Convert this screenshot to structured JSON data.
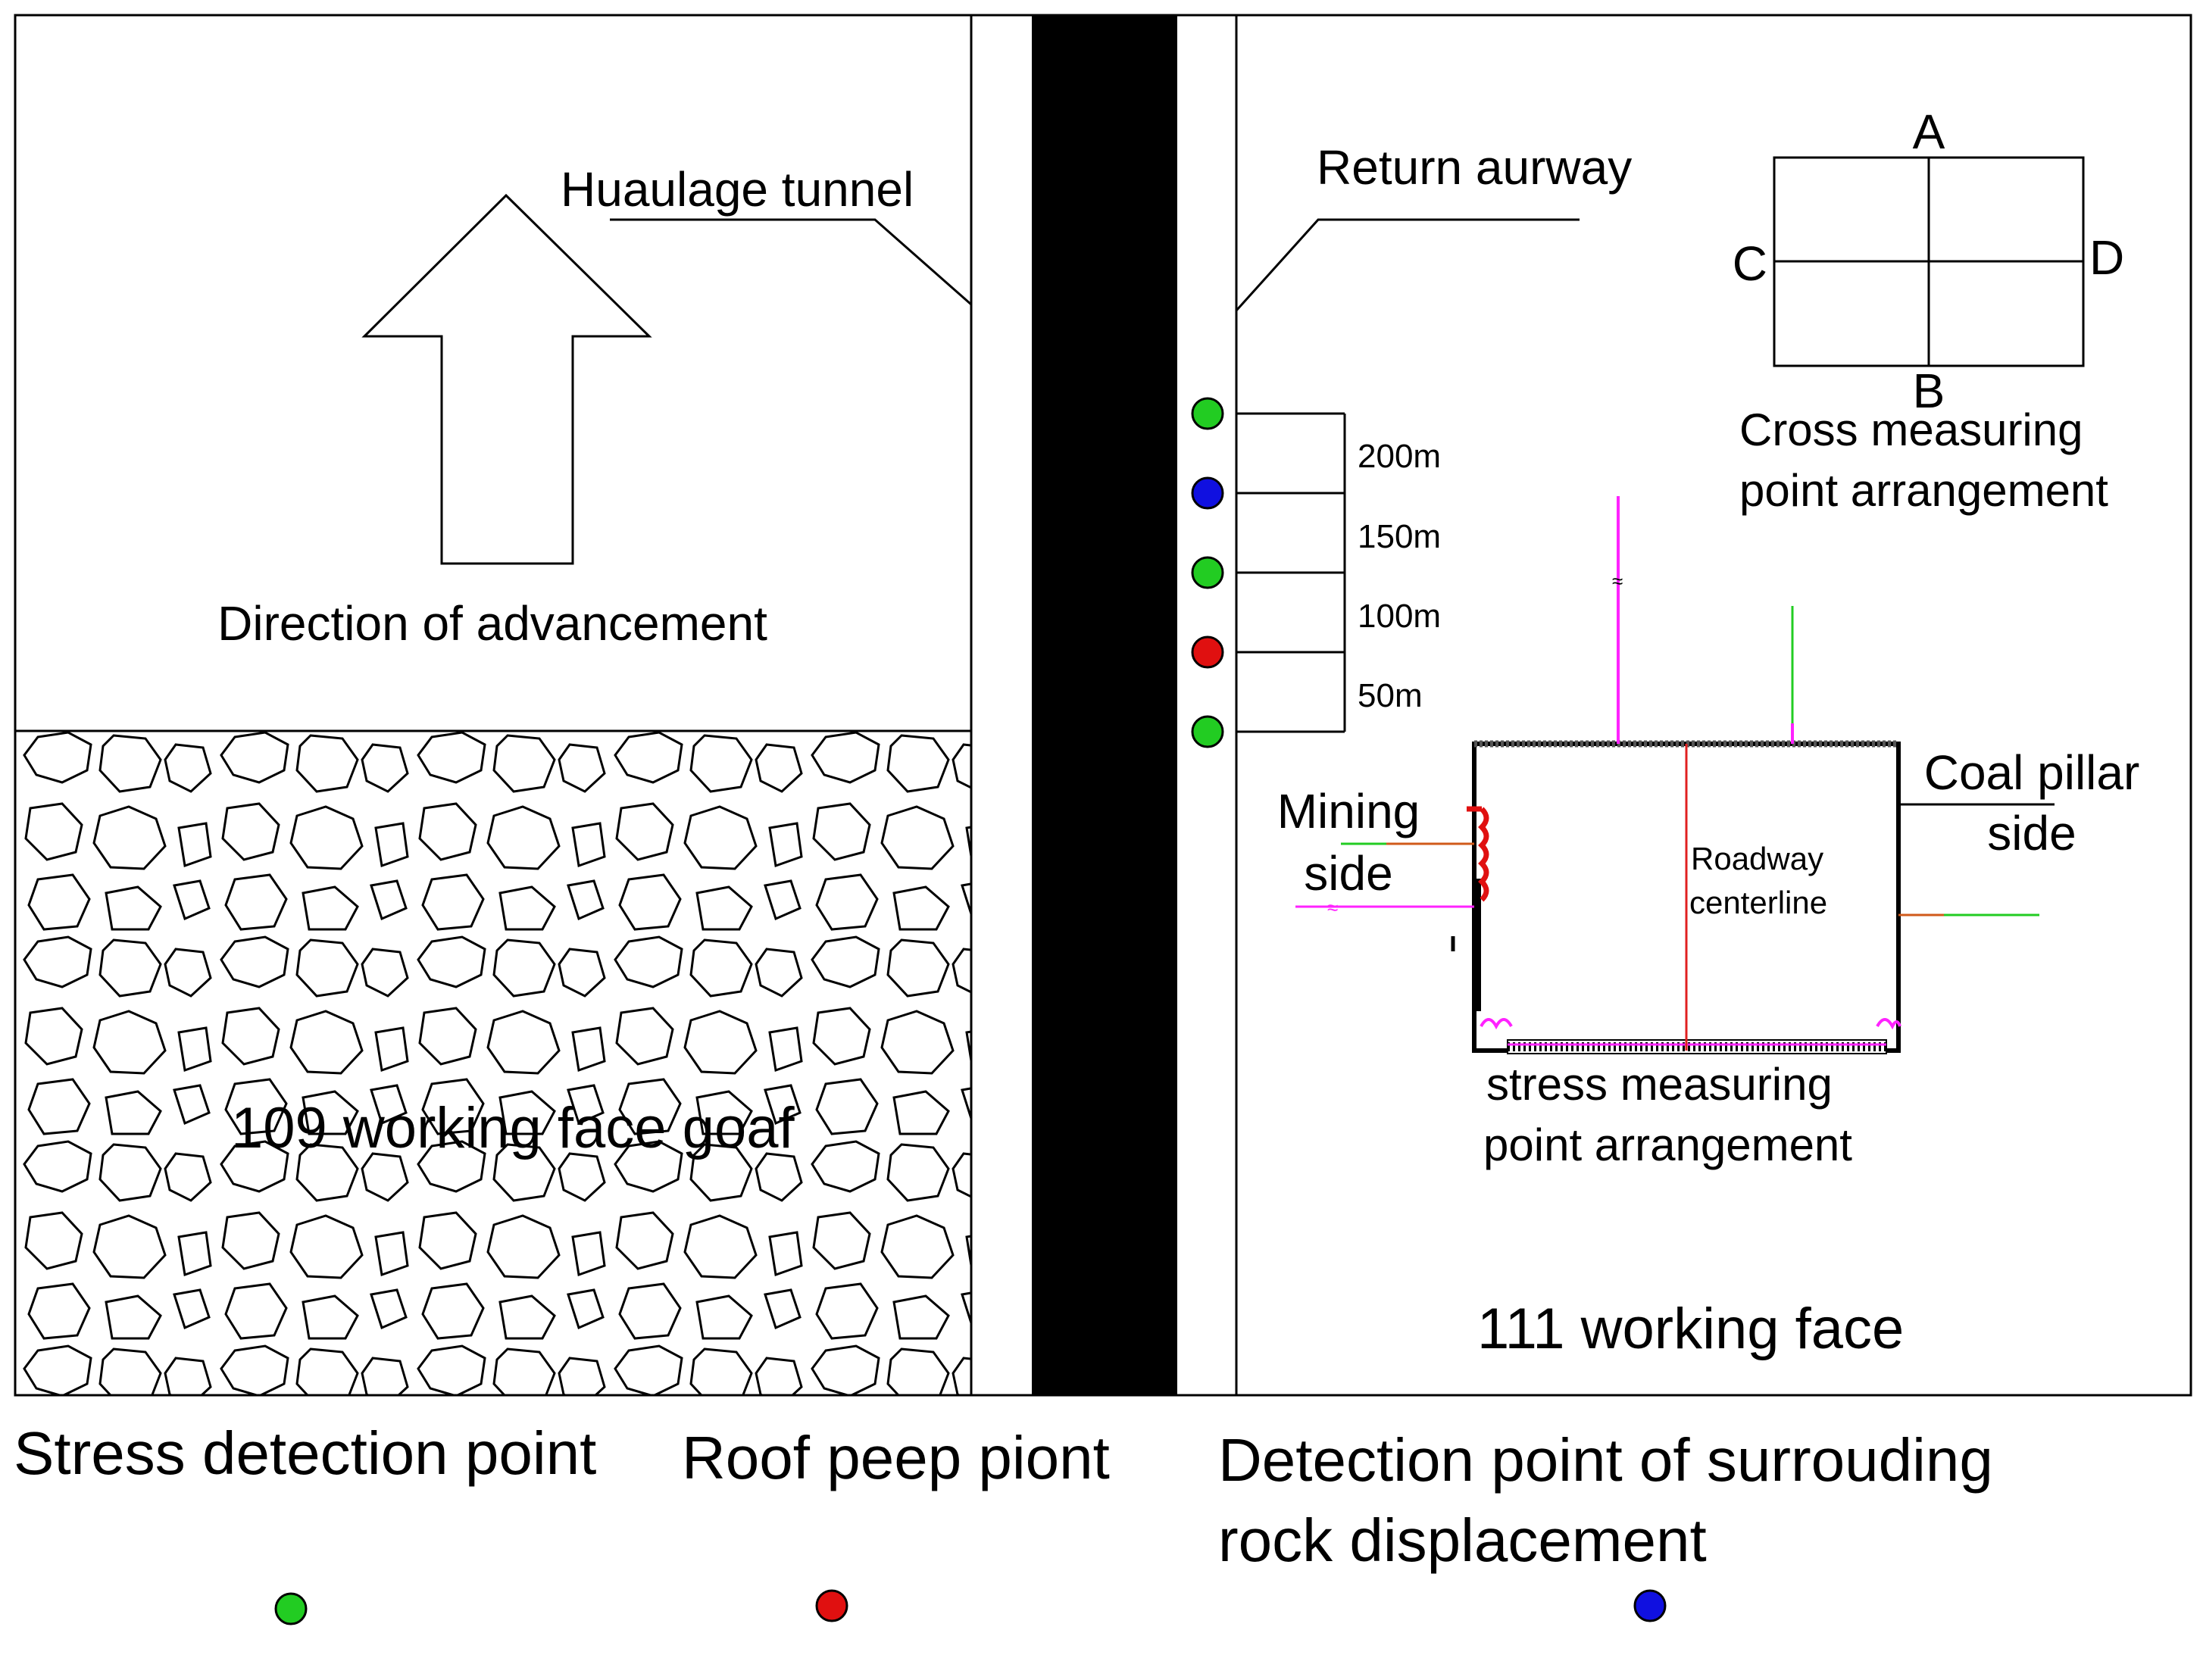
{
  "labels": {
    "haulage_tunnel": "Huaulage tunnel",
    "return_airway": "Return aurway",
    "direction_of_advancement": "Direction of advancement",
    "goaf_109": "109 working face goaf",
    "working_face_111": "111 working face",
    "distances": [
      "200m",
      "150m",
      "100m",
      "50m"
    ],
    "cross_title_line1": "Cross measuring",
    "cross_title_line2": "point arrangement",
    "cross_points": {
      "a": "A",
      "b": "B",
      "c": "C",
      "d": "D"
    },
    "mining_side_line1": "Mining",
    "mining_side_line2": "side",
    "coal_pillar_line1": "Coal pillar",
    "coal_pillar_line2": "side",
    "roadway_line1": "Roadway",
    "roadway_line2": "centerline",
    "stress_title_line1": "stress measuring",
    "stress_title_line2": "point arrangement"
  },
  "legend": [
    {
      "label": "Stress detection point",
      "color": "#22cc22"
    },
    {
      "label": "Roof peep piont",
      "color": "#e01010"
    },
    {
      "label_line1": "Detection point of surrouding",
      "label_line2": "rock displacement",
      "color": "#1010e0"
    }
  ],
  "measuring_points": [
    {
      "type": "stress",
      "color": "#22cc22"
    },
    {
      "type": "displacement",
      "color": "#1010e0"
    },
    {
      "type": "stress",
      "color": "#22cc22"
    },
    {
      "type": "roof",
      "color": "#e01010"
    },
    {
      "type": "stress",
      "color": "#22cc22"
    }
  ],
  "colors": {
    "stress": "#22cc22",
    "roof": "#e01010",
    "displacement": "#1010e0",
    "magenta": "#ff22ff",
    "centerline": "#e02020",
    "orange": "#d05a1a"
  }
}
